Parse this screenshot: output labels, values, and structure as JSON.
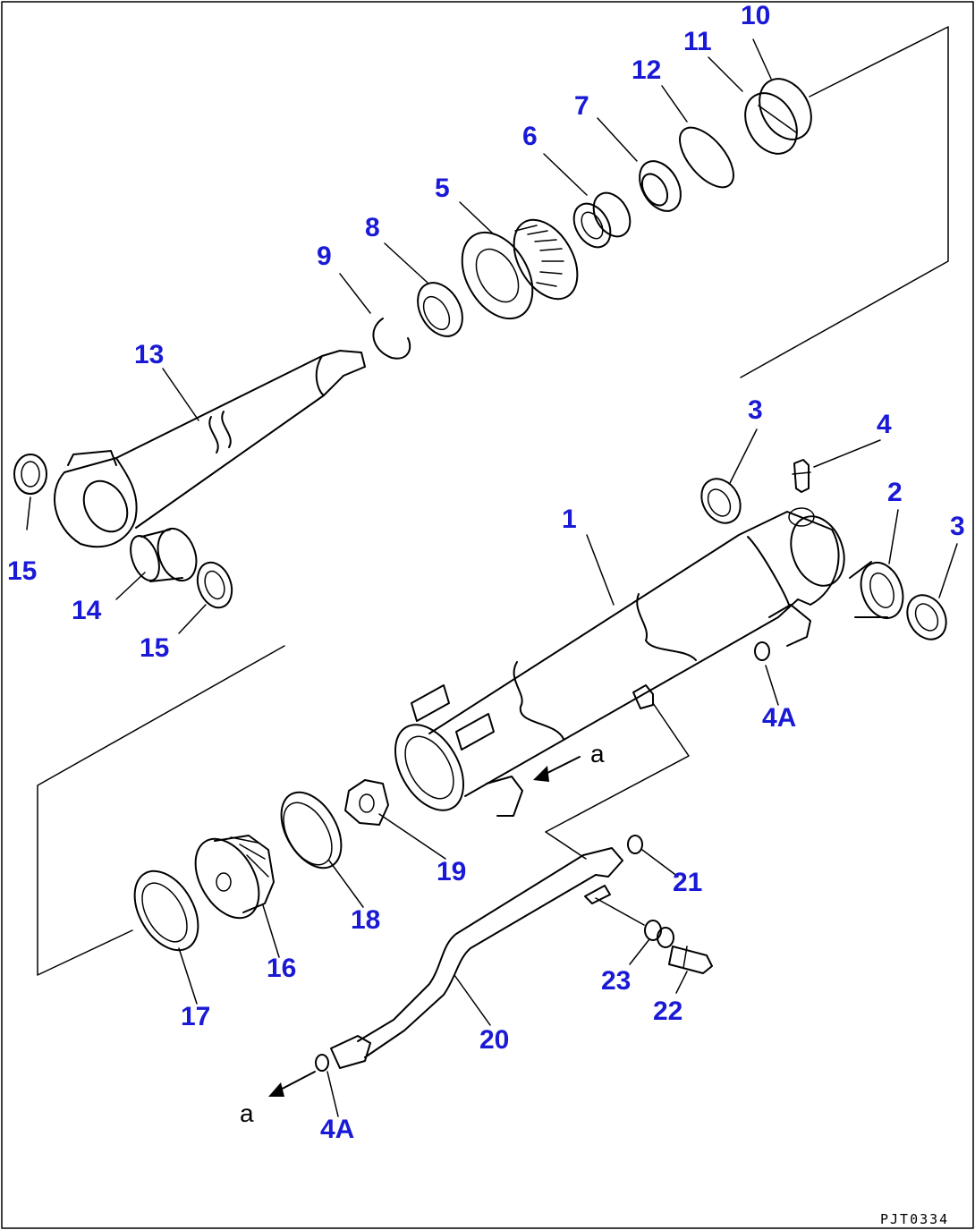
{
  "callouts": {
    "c1": "1",
    "c2": "2",
    "c3a": "3",
    "c3b": "3",
    "c4": "4",
    "c4a_top": "4A",
    "c4a_bottom": "4A",
    "c5": "5",
    "c6": "6",
    "c7": "7",
    "c8": "8",
    "c9": "9",
    "c10": "10",
    "c11": "11",
    "c12": "12",
    "c13": "13",
    "c14": "14",
    "c15a": "15",
    "c15b": "15",
    "c16": "16",
    "c17": "17",
    "c18": "18",
    "c19": "19",
    "c20": "20",
    "c21": "21",
    "c22": "22",
    "c23": "23"
  },
  "arrows": {
    "a_upper": "a",
    "a_lower": "a"
  },
  "drawing_code": "PJT0334",
  "colors": {
    "callout": "#1a1ad6",
    "line": "#000000",
    "background": "#ffffff"
  }
}
